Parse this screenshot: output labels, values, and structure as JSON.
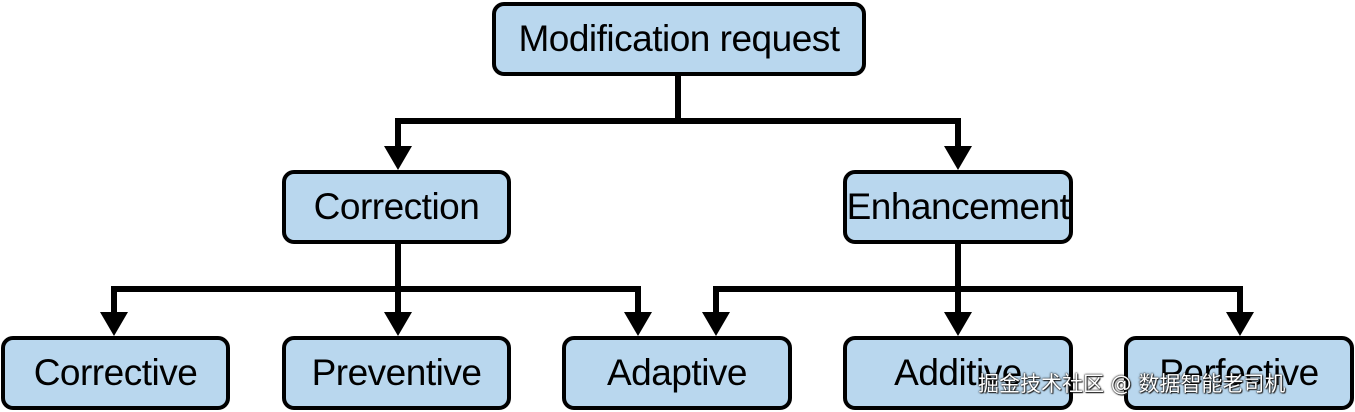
{
  "diagram": {
    "root": {
      "label": "Modification request"
    },
    "level1": {
      "correction": {
        "label": "Correction"
      },
      "enhancement": {
        "label": "Enhancement"
      }
    },
    "level2": {
      "corrective": {
        "label": "Corrective"
      },
      "preventive": {
        "label": "Preventive"
      },
      "adaptive": {
        "label": "Adaptive"
      },
      "additive": {
        "label": "Additive"
      },
      "perfective": {
        "label": "Perfective"
      }
    },
    "colors": {
      "node_fill": "#b9d7ee",
      "stroke": "#000000"
    }
  },
  "watermark": {
    "text": "掘金技术社区 @ 数据智能老司机"
  }
}
